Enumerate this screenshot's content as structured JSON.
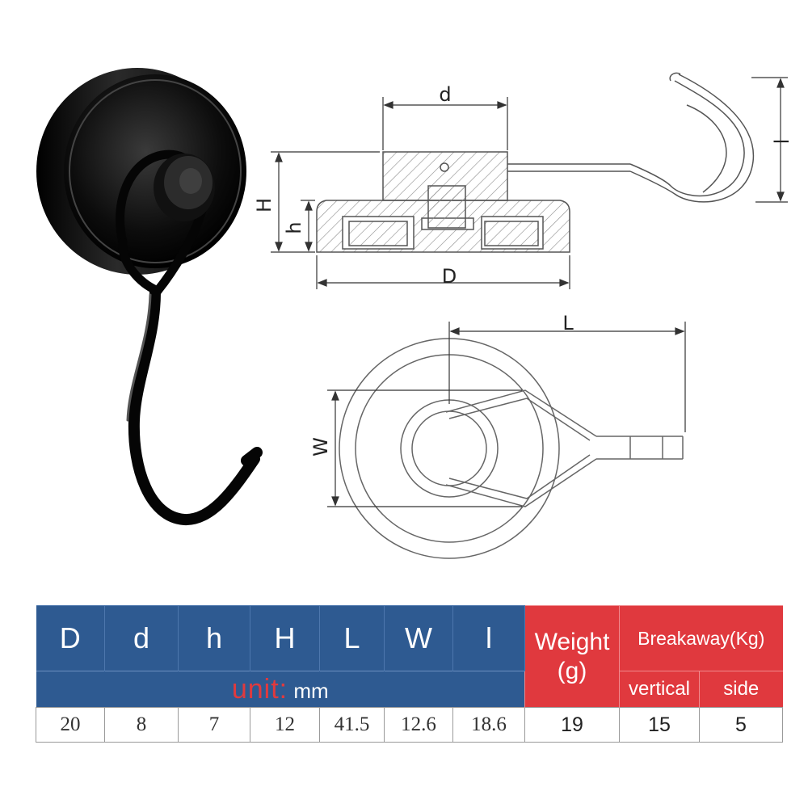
{
  "drawing": {
    "side_view": {
      "d": "d",
      "H": "H",
      "h": "h",
      "D": "D",
      "l": "l"
    },
    "top_view": {
      "L": "L",
      "W": "W"
    }
  },
  "table": {
    "dimension_headers": [
      "D",
      "d",
      "h",
      "H",
      "L",
      "W",
      "l"
    ],
    "unit_word": "unit",
    "unit_colon": ":",
    "unit_value": "mm",
    "weight_label": "Weight",
    "weight_unit": "(g)",
    "breakaway_label": "Breakaway(Kg)",
    "vertical_label": "vertical",
    "side_label": "side",
    "values": [
      "20",
      "8",
      "7",
      "12",
      "41.5",
      "12.6",
      "18.6",
      "19",
      "15",
      "5"
    ]
  },
  "colors": {
    "blue": "#2e5a91",
    "red": "#e0393e"
  }
}
